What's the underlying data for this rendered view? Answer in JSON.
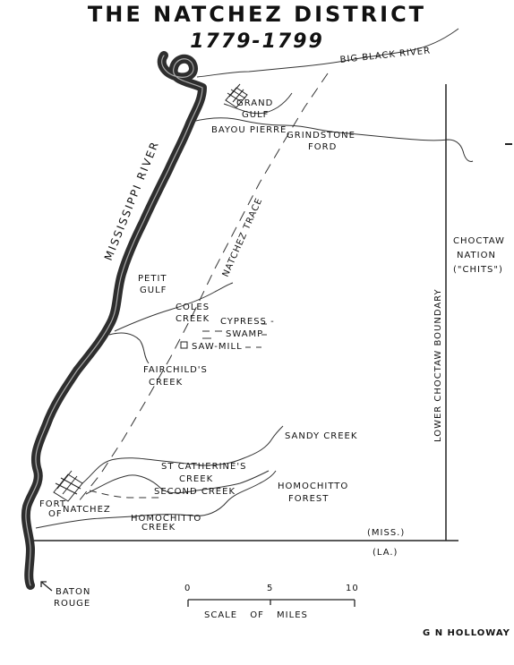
{
  "title": "THE NATCHEZ DISTRICT",
  "subtitle": "1779-1799",
  "labels": {
    "big_black_river": "BIG BLACK RIVER",
    "grand": "GRAND",
    "gulf": "GULF",
    "bayou_pierre": "BAYOU PIERRE",
    "grindstone": "GRINDSTONE",
    "ford": "FORD",
    "mississippi_river": "MISSISSIPPI RIVER",
    "natchez_trace": "NATCHEZ TRACE",
    "choctaw": "CHOCTAW",
    "nation": "NATION",
    "chits": "(\"CHITS\")",
    "lower_choctaw_boundary": "LOWER CHOCTAW BOUNDARY",
    "petit": "PETIT",
    "gulf2": "GULF",
    "coles": "COLES",
    "creek_coles": "CREEK",
    "cypress": "CYPRESS -",
    "swamp": "SWAMP",
    "saw_mill": "SAW-MILL",
    "fairchilds": "FAIRCHILD'S",
    "creek_fairchilds": "CREEK",
    "sandy_creek": "SANDY CREEK",
    "st_catherines": "ST CATHERINE'S",
    "creek_st_catherines": "CREEK",
    "second_creek": "SECOND CREEK",
    "homochitto": "HOMOCHITTO",
    "forest": "FOREST",
    "fort": "FORT",
    "of": "OF",
    "natchez": "NATCHEZ",
    "homochitto_creek_1": "HOMOCHITTO",
    "homochitto_creek_2": "CREEK",
    "miss": "(MISS.)",
    "la": "(LA.)",
    "baton": "BATON",
    "rouge": "ROUGE",
    "signature": "G N HOLLOWAY"
  },
  "scale": {
    "ticks": [
      "0",
      "5",
      "10"
    ],
    "label": "SCALE OF MILES"
  }
}
